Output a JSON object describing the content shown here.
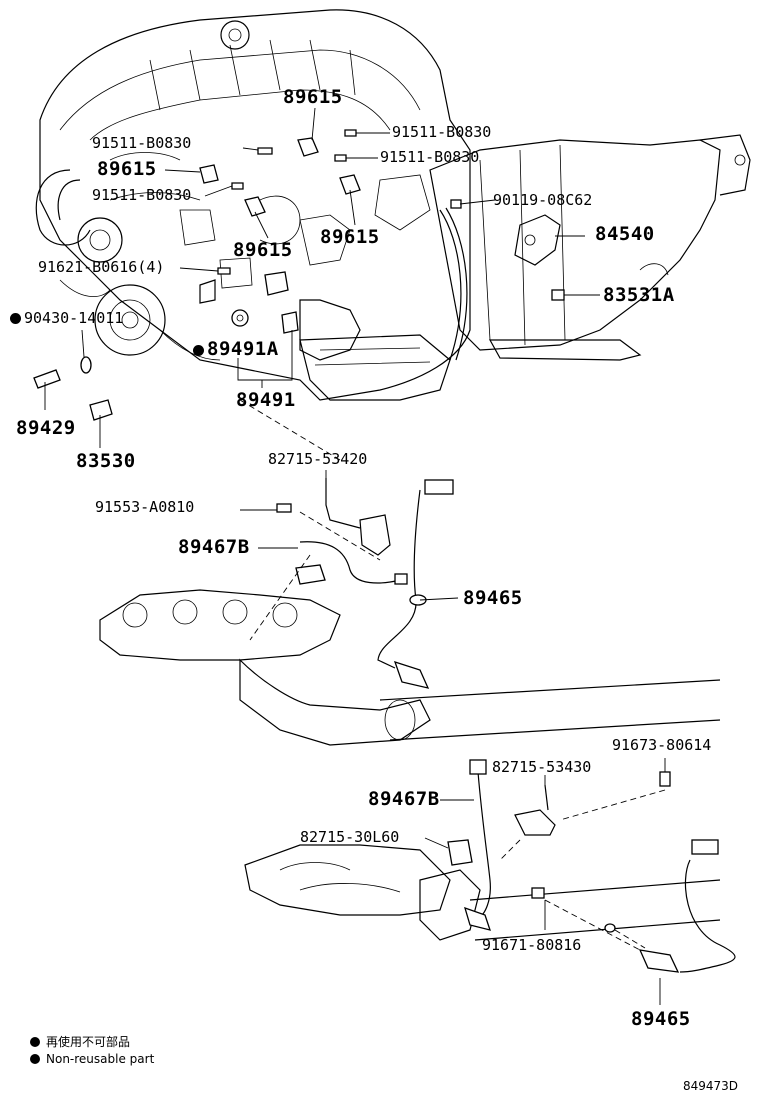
{
  "labels": {
    "p89615_top": "89615",
    "p91511_a": "91511-B0830",
    "p91511_b": "91511-B0830",
    "p91511_c": "91511-B0830",
    "p91511_d": "91511-B0830",
    "p89615_left": "89615",
    "p89615_mid": "89615",
    "p89615_right": "89615",
    "p90119": "90119-08C62",
    "p84540": "84540",
    "p91621": "91621-B0616(4)",
    "p83531a": "83531A",
    "p90430": "90430-14011",
    "p89491a": "89491A",
    "p89491": "89491",
    "p89429": "89429",
    "p83530": "83530",
    "p82715_53420": "82715-53420",
    "p91553": "91553-A0810",
    "p89467b_upper": "89467B",
    "p89465_upper": "89465",
    "p91673": "91673-80614",
    "p89467b_lower": "89467B",
    "p82715_53430": "82715-53430",
    "p82715_30l60": "82715-30L60",
    "p91671": "91671-80816",
    "p89465_lower": "89465"
  },
  "legend": {
    "jp": "再使用不可部品",
    "en": "Non-reusable part"
  },
  "drawing_number": "849473D"
}
